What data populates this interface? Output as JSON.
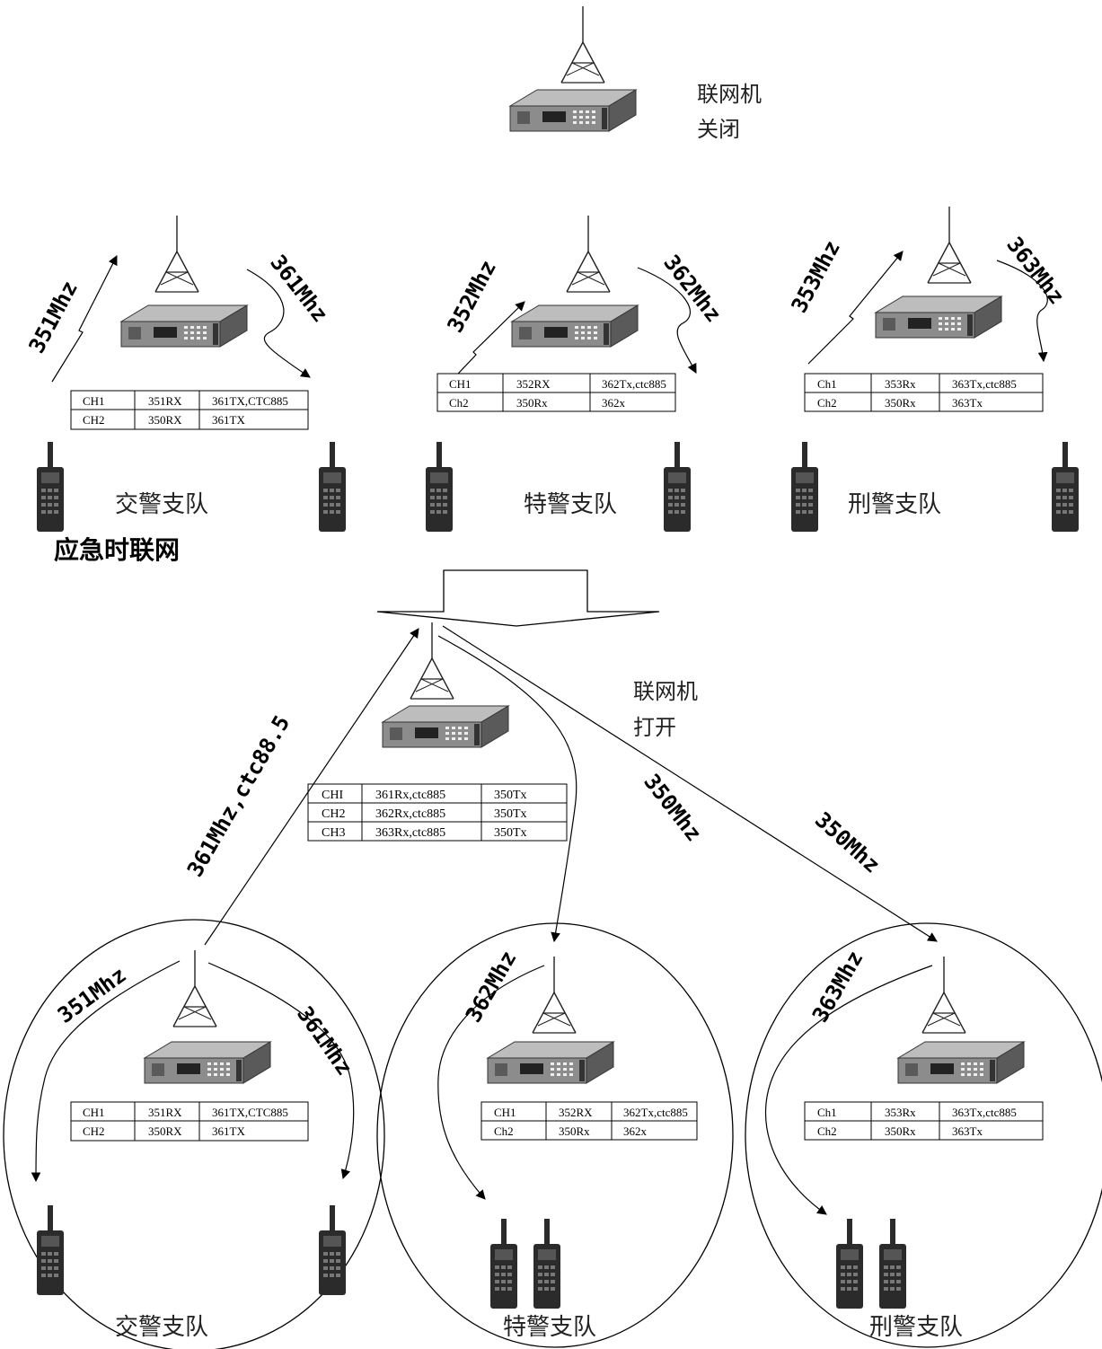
{
  "top": {
    "linker_label_1": "联网机",
    "linker_label_2": "关闭"
  },
  "bottom": {
    "heading": "应急时联网",
    "linker_label_1": "联网机",
    "linker_label_2": "打开",
    "freq_uplink": "361Mhz,ctc88.5",
    "freq_down_1": "350Mhz",
    "freq_down_2": "350Mhz",
    "linker_table": [
      [
        "CHI",
        "361Rx,ctc885",
        "350Tx"
      ],
      [
        "CH2",
        "362Rx,ctc885",
        "350Tx"
      ],
      [
        "CH3",
        "363Rx,ctc885",
        "350Tx"
      ]
    ]
  },
  "units": [
    {
      "name": "交警支队",
      "uplink": "351Mhz",
      "downlink": "361Mhz",
      "table": [
        [
          "CH1",
          "351RX",
          "361TX,CTC885"
        ],
        [
          "CH2",
          "350RX",
          "361TX"
        ]
      ]
    },
    {
      "name": "特警支队",
      "uplink": "352Mhz",
      "downlink": "362Mhz",
      "table": [
        [
          "CH1",
          "352RX",
          "362Tx,ctc885"
        ],
        [
          "Ch2",
          "350Rx",
          "362x"
        ]
      ]
    },
    {
      "name": "刑警支队",
      "uplink": "353Mhz",
      "downlink": "363Mhz",
      "table": [
        [
          "Ch1",
          "353Rx",
          "363Tx,ctc885"
        ],
        [
          "Ch2",
          "350Rx",
          "363Tx"
        ]
      ]
    }
  ],
  "colors": {
    "line": "#000000",
    "device_body": "#4a4a4a",
    "device_front": "#8c8c8c",
    "radio": "#2b2b2b"
  }
}
